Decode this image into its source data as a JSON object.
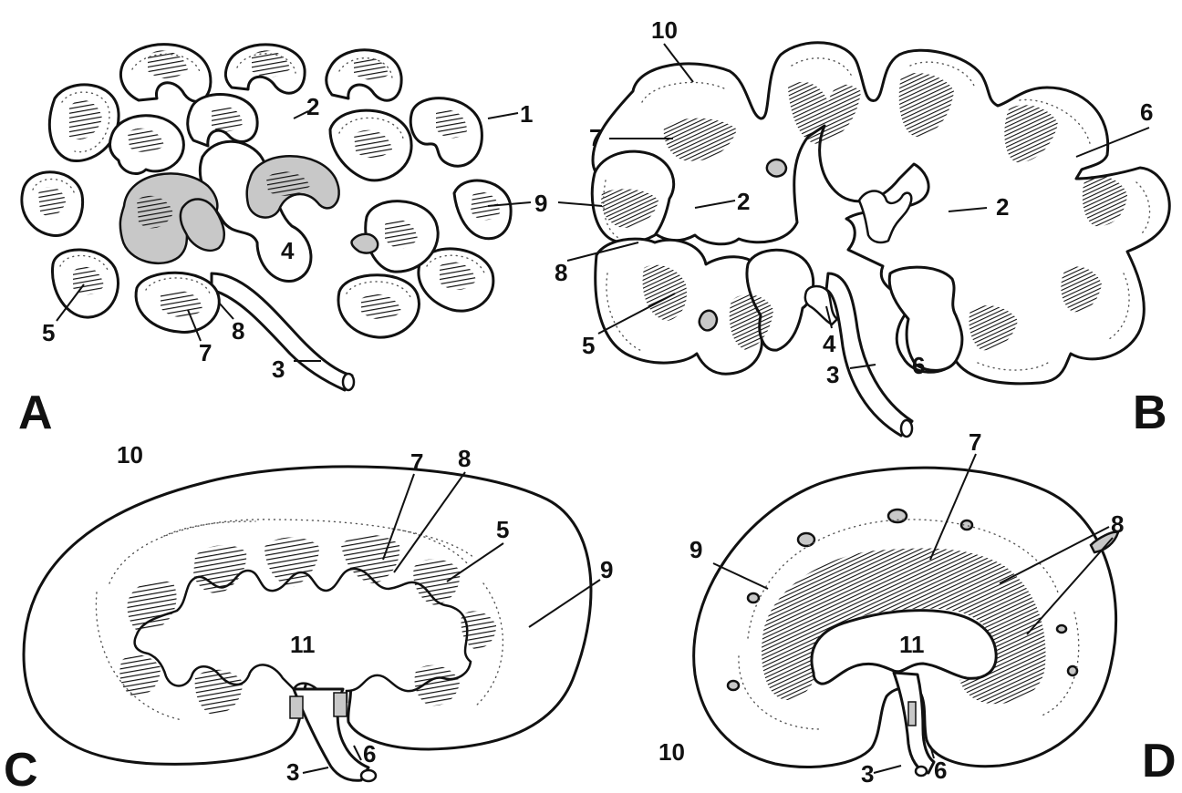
{
  "panels": {
    "A": {
      "letter": "A",
      "labels": {
        "l1": "1",
        "l2": "2",
        "l3": "3",
        "l4": "4",
        "l5": "5",
        "l7": "7",
        "l8": "8"
      }
    },
    "B": {
      "letter": "B",
      "labels": {
        "l10": "10",
        "l7": "7",
        "l9": "9",
        "l8": "8",
        "l2a": "2",
        "l2b": "2",
        "l5": "5",
        "l4": "4",
        "l3": "3",
        "l6a": "6",
        "l6b": "6"
      }
    },
    "C": {
      "letter": "C",
      "labels": {
        "l10": "10",
        "l7": "7",
        "l8": "8",
        "l5": "5",
        "l9": "9",
        "l11": "11",
        "l3": "3",
        "l6": "6"
      }
    },
    "D": {
      "letter": "D",
      "labels": {
        "l7": "7",
        "l8": "8",
        "l9": "9",
        "l11": "11",
        "l10": "10",
        "l3": "3",
        "l6": "6"
      }
    }
  },
  "colors": {
    "ink": "#111111",
    "tissue": "#c8c8c8",
    "background": "#ffffff"
  }
}
